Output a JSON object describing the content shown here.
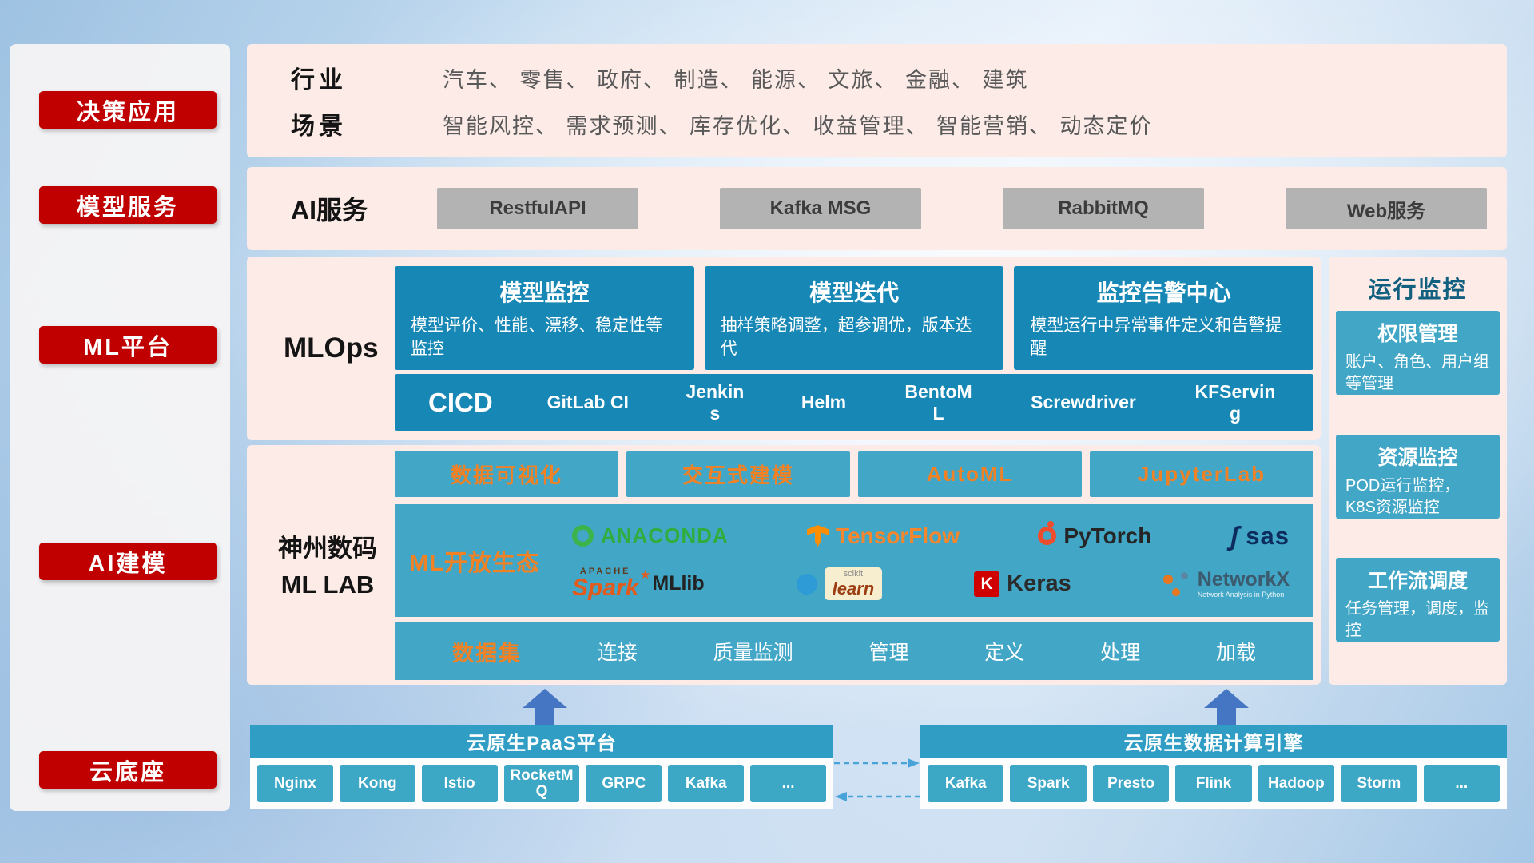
{
  "sidebar": {
    "items": [
      "决策应用",
      "模型服务",
      "ML平台",
      "AI建模",
      "云底座"
    ]
  },
  "industry": {
    "row1_label": "行业",
    "row1_text": "汽车、 零售、 政府、 制造、 能源、 文旅、 金融、 建筑",
    "row2_label": "场景",
    "row2_text": "智能风控、 需求预测、 库存优化、 收益管理、 智能营销、 动态定价"
  },
  "ai_service": {
    "label": "AI服务",
    "services": [
      "RestfulAPI",
      "Kafka MSG",
      "RabbitMQ",
      "Web服务"
    ]
  },
  "mlops": {
    "label": "MLOps",
    "cards": [
      {
        "title": "模型监控",
        "desc": "模型评价、性能、漂移、稳定性等监控"
      },
      {
        "title": "模型迭代",
        "desc": "抽样策略调整，超参调优，版本迭代"
      },
      {
        "title": "监控告警中心",
        "desc": "模型运行中异常事件定义和告警提醒"
      }
    ],
    "cicd_label": "CICD",
    "cicd_tools": [
      "GitLab CI",
      "Jenkins",
      "Helm",
      "BentoML",
      "Screwdriver",
      "KFServing"
    ]
  },
  "monitoring": {
    "title": "运行监控",
    "cards": [
      {
        "title": "权限管理",
        "desc": "账户、角色、用户组等管理"
      },
      {
        "title": "资源监控",
        "desc": "POD运行监控，K8S资源监控"
      },
      {
        "title": "工作流调度",
        "desc": "任务管理，调度，监控"
      }
    ]
  },
  "mllab": {
    "label_line1": "神州数码",
    "label_line2": "ML LAB",
    "tools": [
      "数据可视化",
      "交互式建模",
      "AutoML",
      "JupyterLab"
    ],
    "ecosystem_label": "ML开放生态",
    "logos": {
      "anaconda": "ANACONDA",
      "tensorflow": "TensorFlow",
      "pytorch": "PyTorch",
      "sas": "sas",
      "spark_apache": "APACHE",
      "spark": "Spark",
      "mllib": "MLlib",
      "sklearn_top": "scikit",
      "sklearn": "learn",
      "keras_letter": "K",
      "keras": "Keras",
      "networkx": "NetworkX",
      "networkx_sub": "Network Analysis in Python"
    },
    "dataset_label": "数据集",
    "dataset_items": [
      "连接",
      "质量监测",
      "管理",
      "定义",
      "处理",
      "加载"
    ]
  },
  "foundation": {
    "paas": {
      "title": "云原生PaaS平台",
      "items": [
        "Nginx",
        "Kong",
        "Istio",
        "RocketMQ",
        "GRPC",
        "Kafka",
        "..."
      ]
    },
    "engine": {
      "title": "云原生数据计算引擎",
      "items": [
        "Kafka",
        "Spark",
        "Presto",
        "Flink",
        "Hadoop",
        "Storm",
        "..."
      ]
    }
  },
  "icons": {
    "spark_star": "★",
    "sas_curl": "ʃ"
  },
  "colors": {
    "accent_red": "#c00000",
    "panel_pink": "#fcebe7",
    "teal_dark": "#1787b5",
    "teal_light": "#42a6c6",
    "orange_accent": "#f08124",
    "gray_button": "#b3b3b3",
    "arrow_blue": "#4576c4"
  }
}
